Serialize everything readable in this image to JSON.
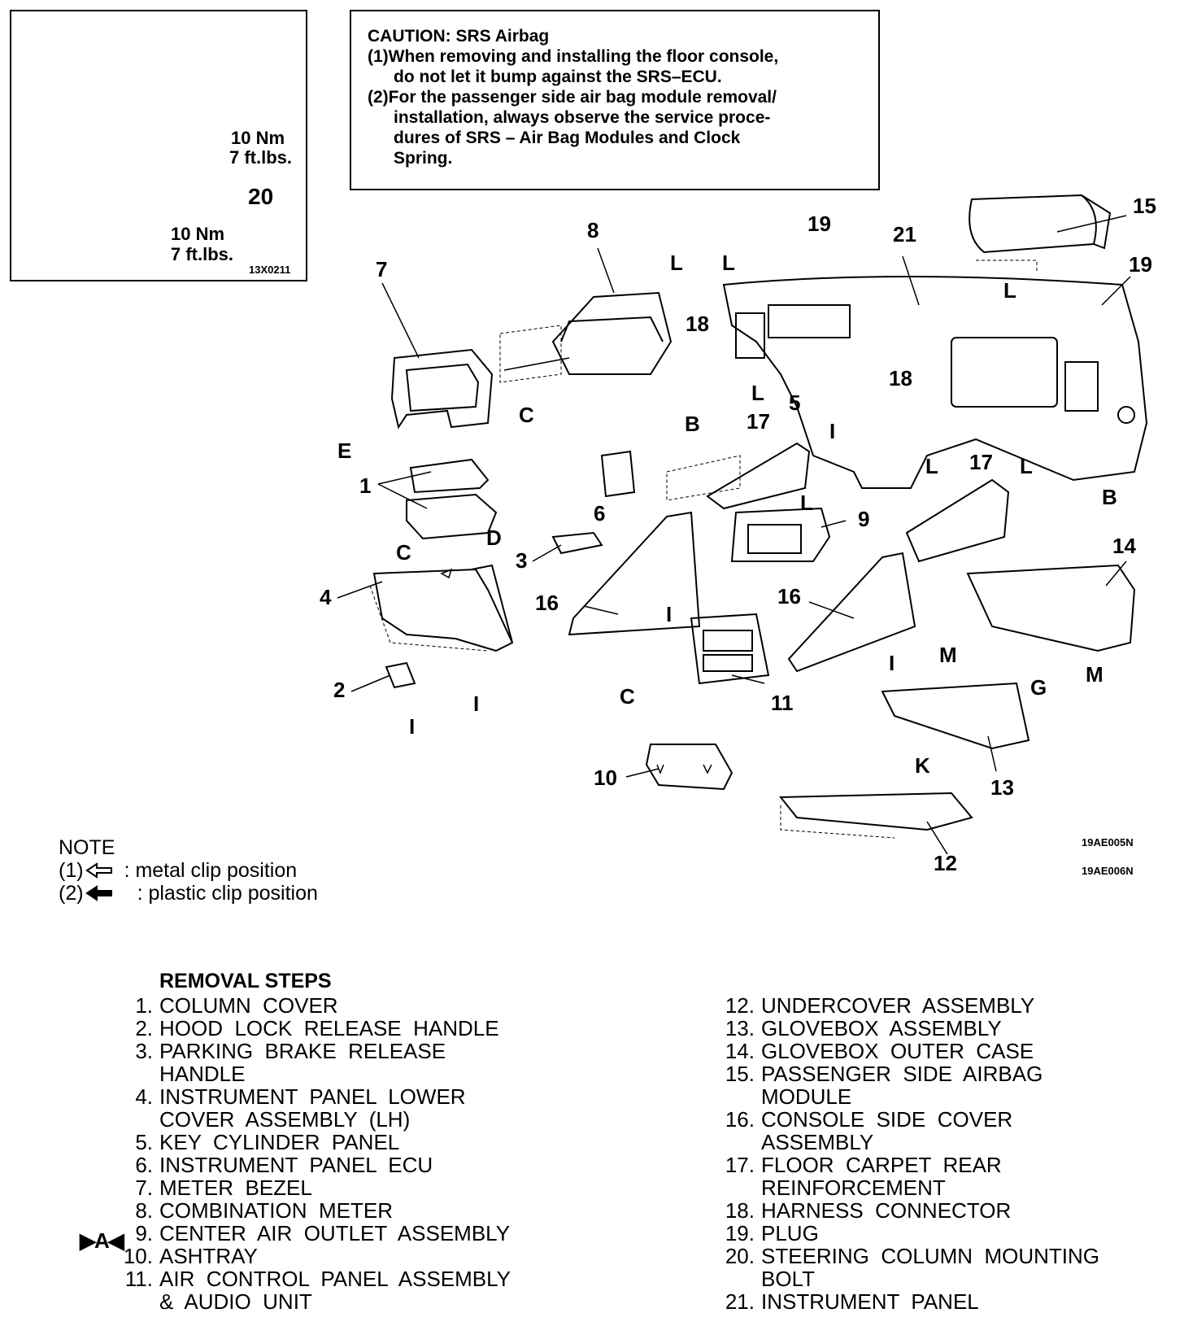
{
  "inset": {
    "torque_top": "10 Nm",
    "torque_top_imp": "7 ft.lbs.",
    "torque_bottom": "10 Nm",
    "torque_bottom_imp": "7 ft.lbs.",
    "callout": "20",
    "ref_code": "13X0211"
  },
  "caution": {
    "title": "CAUTION: SRS Airbag",
    "line1a": "(1)When removing and installing the floor console,",
    "line1b": "do not let it bump against the SRS–ECU.",
    "line2a": "(2)For the passenger side air bag module removal/",
    "line2b": "installation, always observe the service proce-",
    "line2c": "dures of SRS – Air Bag Modules and Clock",
    "line2d": "Spring."
  },
  "callouts": {
    "c1": "1",
    "c2": "2",
    "c3": "3",
    "c4": "4",
    "c5": "5",
    "c6": "6",
    "c7": "7",
    "c8": "8",
    "c9": "9",
    "c10": "10",
    "c11": "11",
    "c12": "12",
    "c13": "13",
    "c14": "14",
    "c15": "15",
    "c16a": "16",
    "c16b": "16",
    "c17a": "17",
    "c17b": "17",
    "c18a": "18",
    "c18b": "18",
    "c19a": "19",
    "c19b": "19",
    "c21": "21",
    "L": "L",
    "B": "B",
    "C": "C",
    "D": "D",
    "E": "E",
    "G": "G",
    "I": "I",
    "K": "K",
    "M": "M"
  },
  "refs": {
    "r1": "19AE005N",
    "r2": "19AE006N"
  },
  "note": {
    "title": "NOTE",
    "item1_num": "(1)",
    "item1_text": ": metal clip position",
    "item2_num": "(2)",
    "item2_text": ": plastic clip position"
  },
  "removal": {
    "title": "REMOVAL  STEPS",
    "marker": "▶A◀",
    "left": [
      {
        "n": "1.",
        "t": "COLUMN  COVER"
      },
      {
        "n": "2.",
        "t": "HOOD  LOCK  RELEASE  HANDLE"
      },
      {
        "n": "3.",
        "t": "PARKING  BRAKE  RELEASE"
      },
      {
        "n": "",
        "t": "HANDLE"
      },
      {
        "n": "4.",
        "t": "INSTRUMENT  PANEL  LOWER"
      },
      {
        "n": "",
        "t": "COVER  ASSEMBLY  (LH)"
      },
      {
        "n": "5.",
        "t": "KEY  CYLINDER  PANEL"
      },
      {
        "n": "6.",
        "t": "INSTRUMENT  PANEL  ECU"
      },
      {
        "n": "7.",
        "t": "METER  BEZEL"
      },
      {
        "n": "8.",
        "t": "COMBINATION  METER"
      },
      {
        "n": "9.",
        "t": "CENTER  AIR  OUTLET  ASSEMBLY"
      },
      {
        "n": "10.",
        "t": "ASHTRAY"
      },
      {
        "n": "11.",
        "t": "AIR  CONTROL  PANEL  ASSEMBLY"
      },
      {
        "n": "",
        "t": "&  AUDIO  UNIT"
      }
    ],
    "right": [
      {
        "n": "12.",
        "t": "UNDERCOVER  ASSEMBLY"
      },
      {
        "n": "13.",
        "t": "GLOVEBOX  ASSEMBLY"
      },
      {
        "n": "14.",
        "t": "GLOVEBOX  OUTER  CASE"
      },
      {
        "n": "15.",
        "t": "PASSENGER  SIDE  AIRBAG"
      },
      {
        "n": "",
        "t": "MODULE"
      },
      {
        "n": "16.",
        "t": "CONSOLE  SIDE  COVER"
      },
      {
        "n": "",
        "t": "ASSEMBLY"
      },
      {
        "n": "17.",
        "t": "FLOOR  CARPET  REAR"
      },
      {
        "n": "",
        "t": "REINFORCEMENT"
      },
      {
        "n": "18.",
        "t": "HARNESS  CONNECTOR"
      },
      {
        "n": "19.",
        "t": "PLUG"
      },
      {
        "n": "20.",
        "t": "STEERING  COLUMN  MOUNTING"
      },
      {
        "n": "",
        "t": "BOLT"
      },
      {
        "n": "21.",
        "t": "INSTRUMENT  PANEL"
      }
    ]
  }
}
